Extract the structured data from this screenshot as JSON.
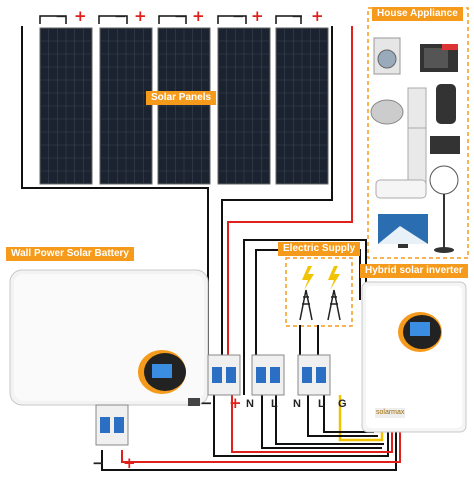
{
  "labels": {
    "house_appliance": "House Appliance",
    "solar_panels": "Solar Panels",
    "wall_battery": "Wall Power Solar Battery",
    "electric_supply": "Electric Supply",
    "hybrid_inverter": "Hybrid solar inverter",
    "inverter_brand": "solarmax"
  },
  "panel_terminals": [
    "−",
    "+",
    "−",
    "+",
    "−",
    "+",
    "−",
    "+",
    "−",
    "+"
  ],
  "battery_terminals": {
    "neg": "−",
    "pos": "+"
  },
  "bottom_breaker_terminals": {
    "neg": "−",
    "pos": "+"
  },
  "ac_terminals": [
    "N",
    "L",
    "N",
    "L",
    "G"
  ],
  "colors": {
    "accent": "#f59a1b",
    "positive": "#e0201a",
    "negative": "#222222",
    "ground": "#f2c300",
    "panel": "#1b2330"
  },
  "appliance_icons": [
    "washing-machine-icon",
    "oven-icon",
    "fridge-icon",
    "air-purifier-icon",
    "rice-cooker-icon",
    "microwave-icon",
    "air-conditioner-icon",
    "fan-icon",
    "tv-icon"
  ]
}
